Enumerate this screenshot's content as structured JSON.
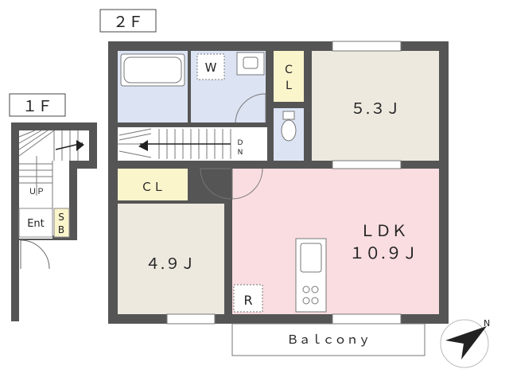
{
  "floors": {
    "first": "１Ｆ",
    "second": "２Ｆ"
  },
  "rooms": {
    "washroom": "W",
    "closet_upper": "C\nL",
    "closet_lower": "ＣＬ",
    "bedroom_east": "５.３Ｊ",
    "bedroom_west": "４.９Ｊ",
    "ldk_name": "ＬＤＫ",
    "ldk_size": "１０.９Ｊ",
    "refrigerator": "R",
    "entrance": "Ent",
    "shoe_box": "S\nB",
    "balcony": "Ｂａｌｃｏｎｙ"
  },
  "stairs": {
    "up": "ＵＰ",
    "down": "D\nN"
  },
  "compass": {
    "north": "N"
  },
  "colors": {
    "wall": "#555555",
    "floor_wood": "#ede9df",
    "floor_ldk": "#f9dde1",
    "floor_bath": "#dce4f4",
    "closet": "#fbf5cc",
    "stairs": "#ffffff"
  }
}
